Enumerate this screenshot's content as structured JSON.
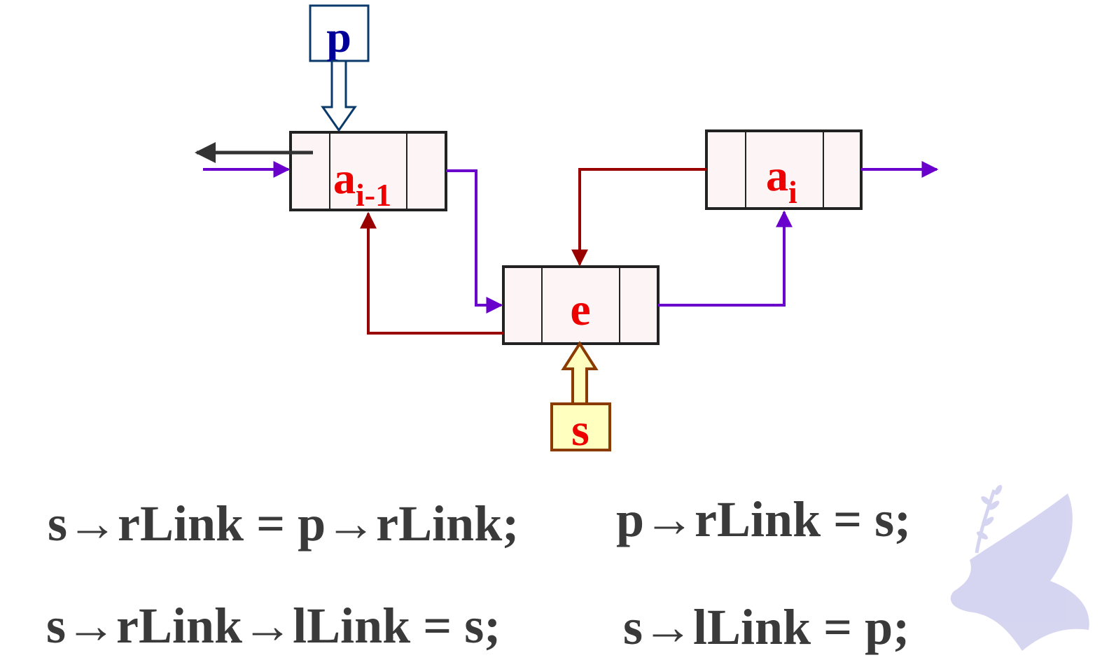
{
  "diagram": {
    "pointer_p": "p",
    "pointer_s": "s",
    "node_prev": {
      "main": "a",
      "sub": "i-1"
    },
    "node_new": {
      "main": "e"
    },
    "node_next": {
      "main": "a",
      "sub": "i"
    }
  },
  "code": {
    "line1_left": "s→rLink = p→rLink;",
    "line1_right": "p→rLink = s;",
    "line2_left": "s→rLink→lLink = s;",
    "line2_right": "s→lLink = p;"
  },
  "colors": {
    "node_fill": "#fdf5f5",
    "node_border": "#222222",
    "node_text": "#ee0000",
    "rlink": "#6a00cc",
    "llink": "#990000",
    "p_box_border": "#0a3a6a",
    "p_text": "#000099",
    "s_box_border": "#8b3a00",
    "s_box_fill": "#ffffc0",
    "s_text": "#ee0000",
    "code_text": "#3a3a3a",
    "watermark": "#c8c8ea"
  },
  "icons": [
    "dove-watermark-icon"
  ]
}
